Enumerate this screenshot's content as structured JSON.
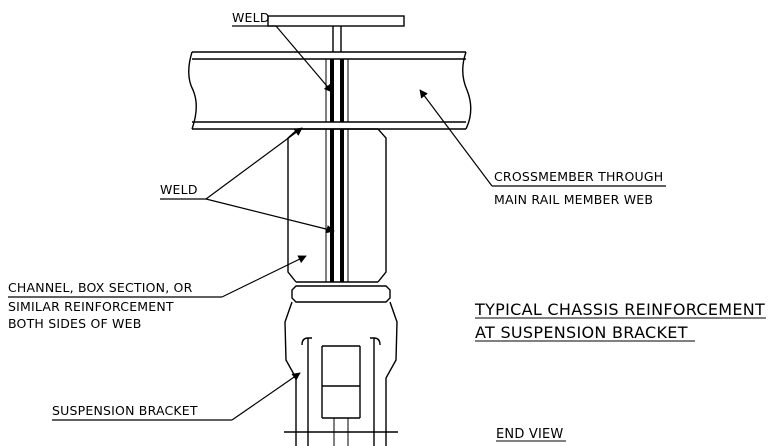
{
  "labels": {
    "weld_top": "WELD",
    "weld_mid": "WELD",
    "crossmember_line1": "CROSSMEMBER THROUGH",
    "crossmember_line2": "MAIN RAIL MEMBER WEB",
    "reinforcement_line1": "CHANNEL, BOX SECTION, OR",
    "reinforcement_line2": "SIMILAR REINFORCEMENT",
    "reinforcement_line3": "BOTH SIDES OF WEB",
    "title_line1": "TYPICAL CHASSIS REINFORCEMENT",
    "title_line2": "AT SUSPENSION BRACKET",
    "suspension_bracket": "SUSPENSION BRACKET",
    "view_label": "END VIEW"
  }
}
